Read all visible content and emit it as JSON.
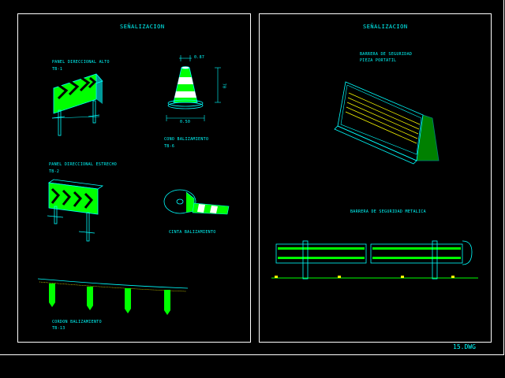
{
  "sheet_left": {
    "title": "SEÑALIZACION",
    "items": {
      "panel_high_label": "PANEL DIRECCIONAL ALTO",
      "panel_high_code": "TB-1",
      "cone_label": "CONO BALIZAMIENTO",
      "cone_code": "TB-6",
      "cone_dim_top": "0.87",
      "cone_dim_side": "70",
      "cone_dim_base": "0.50",
      "panel_narrow_label": "PANEL DIRECCIONAL ESTRECHO",
      "panel_narrow_code": "TB-2",
      "tape_label": "CINTA BALIZAMIENTO",
      "cord_label": "CORDON BALIZAMIENTO",
      "cord_code": "TB-13"
    }
  },
  "sheet_right": {
    "title": "SEÑALIZACION",
    "barrier_label_1": "BARRERA DE SEGURIDAD",
    "barrier_label_2": "PIEZA PORTATIL",
    "metal_barrier_label": "BARRERA DE SEGURIDAD METALICA"
  },
  "file_name": "15.DWG",
  "colors": {
    "background": "#000000",
    "frame": "#ffffff",
    "text": "#00ffff",
    "fill": "#00ff00",
    "outline": "#00ffff",
    "highlight": "#ffff00"
  }
}
